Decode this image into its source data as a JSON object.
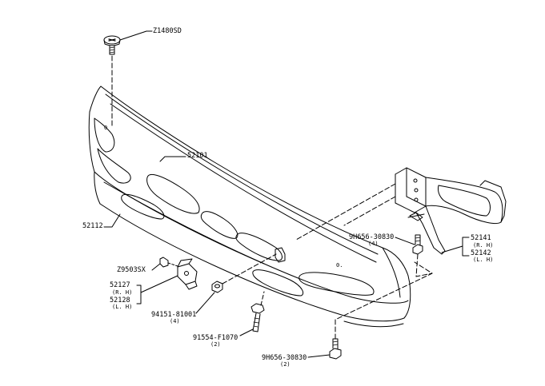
{
  "parts": {
    "screw_top": {
      "number": "Z1480SD"
    },
    "bumper": {
      "number": "52101"
    },
    "bumper_cover": {
      "number": "52112"
    },
    "screw_left": {
      "number": "Z9503SX"
    },
    "stay_left": {
      "number_rh": "52127",
      "side_rh": "(R. H)",
      "number_lh": "52128",
      "side_lh": "(L. H)"
    },
    "nut": {
      "number": "94151-81001",
      "qty": "(4)"
    },
    "bolt_mid": {
      "number": "91554-F1070",
      "qty": "(2)"
    },
    "bolt_bottom": {
      "number": "9H656-30830",
      "qty": "(2)"
    },
    "bolt_right": {
      "number": "9H656-30830",
      "qty": "(4)"
    },
    "bracket_right": {
      "number_rh": "52141",
      "side_rh": "(R. H)",
      "number_lh": "52142",
      "side_lh": "(L. H)"
    }
  },
  "colors": {
    "line": "#000000",
    "background": "#ffffff"
  }
}
